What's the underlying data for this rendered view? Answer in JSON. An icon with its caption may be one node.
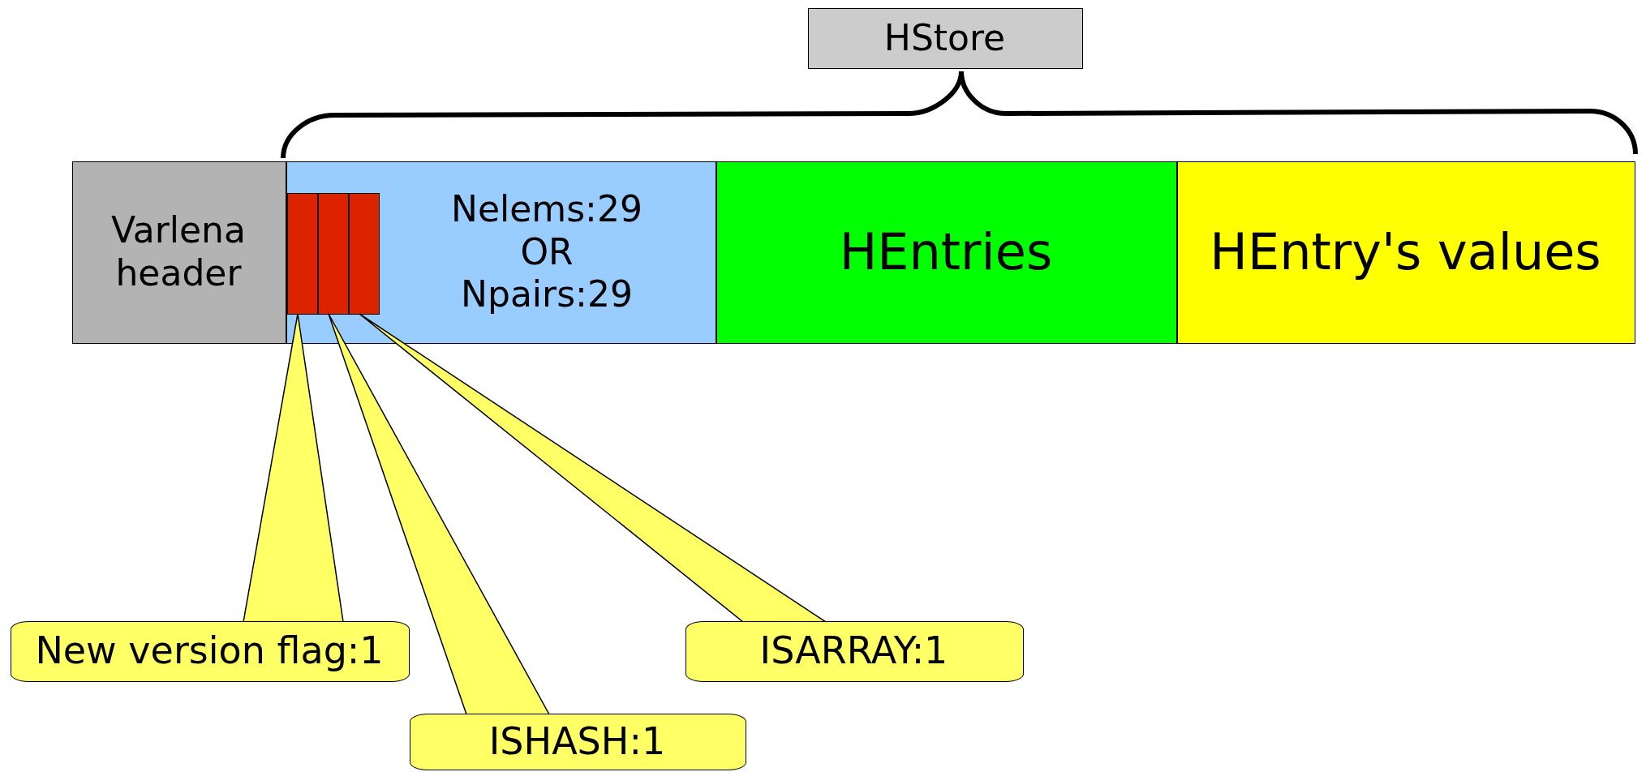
{
  "diagram": {
    "nodes": [
      {
        "text": [
          "HStore"
        ]
      },
      {
        "text": [
          "Varlena header"
        ]
      },
      {
        "text": [
          "Nelems:29 OR Npairs:29"
        ]
      },
      {
        "text": [],
        "shape": "box",
        "in": 2
      },
      {
        "text": [],
        "shape": "box",
        "in": 2
      },
      {
        "text": [],
        "shape": "box",
        "in": 2
      },
      {
        "text": [
          "HEntries"
        ]
      },
      {
        "text": [
          "HEntry's values"
        ]
      },
      {
        "text": [
          "New version flag:1"
        ]
      },
      {
        "text": [
          "ISHASH:1"
        ]
      },
      {
        "text": [
          "ISARRAY:1"
        ]
      }
    ],
    "edges": [
      {
        "from": 8,
        "to": 3,
        "arrow": "none"
      },
      {
        "from": 9,
        "to": 4,
        "arrow": "none"
      },
      {
        "from": 10,
        "to": 5,
        "arrow": "none"
      }
    ]
  }
}
